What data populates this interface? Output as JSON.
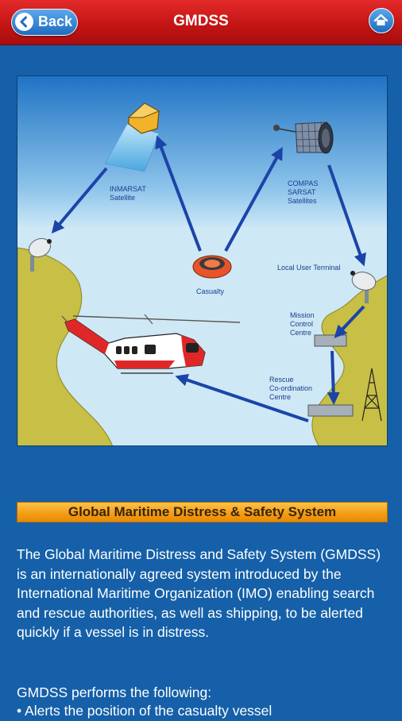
{
  "navbar": {
    "back_label": "Back",
    "title": "GMDSS",
    "back_icon": "chevron-left-icon",
    "home_icon": "home-icon"
  },
  "diagram": {
    "labels": {
      "inmarsat": "INMARSAT\nSatellite",
      "compas": "COMPAS\nSARSAT\nSatellites",
      "casualty": "Casualty",
      "local_user_terminal": "Local User Terminal",
      "mission_control": "Mission\nControl\nCentre",
      "rescue_centre": "Rescue\nCo-ordination\nCentre"
    },
    "colors": {
      "sky": "#1f73c4",
      "sea": "#cfe8f6",
      "land": "#c7bf46",
      "arrow": "#1c44a8"
    }
  },
  "section": {
    "header": "Global Maritime Distress & Safety System",
    "description": "The Global Maritime Distress and Safety System (GMDSS) is an internationally agreed system introduced by the International Maritime Organization (IMO) enabling search and rescue authorities, as well as shipping, to be alerted quickly if a vessel is in distress.",
    "subheading": "GMDSS performs the following:",
    "bullets": [
      "• Alerts the position of the casualty vessel"
    ]
  }
}
